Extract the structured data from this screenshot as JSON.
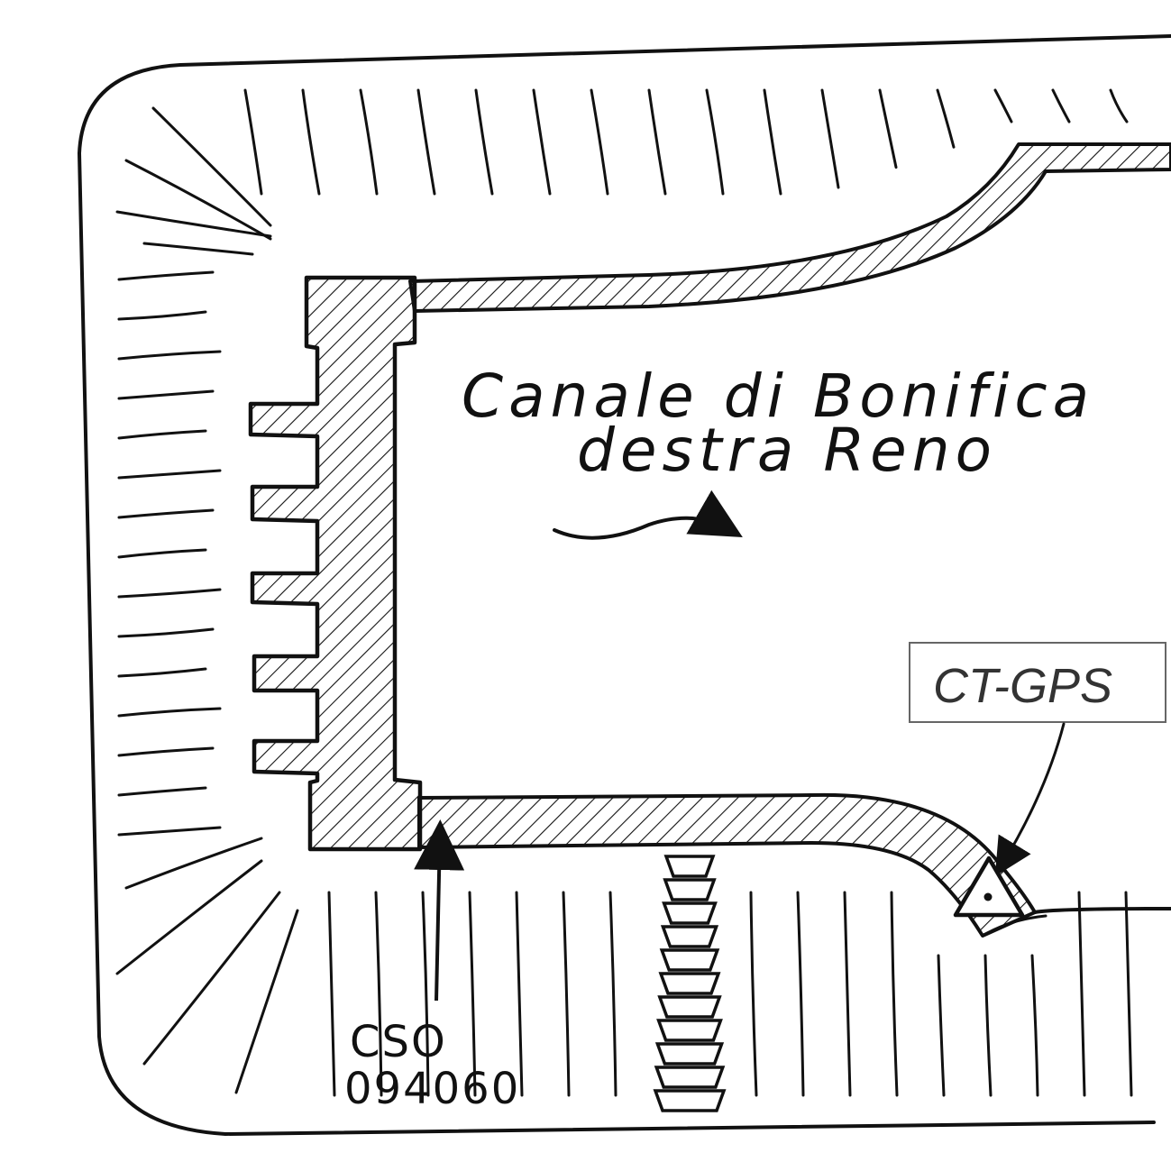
{
  "diagram": {
    "canal_label_line1": "Canale di Bonifica",
    "canal_label_line2": "destra Reno",
    "station_label": "CT-GPS",
    "cso_label_line1": "CSO",
    "cso_label_line2": "094060"
  },
  "colors": {
    "ink": "#111111",
    "label_border": "#666666",
    "label_text": "#333333",
    "background": "#ffffff"
  }
}
